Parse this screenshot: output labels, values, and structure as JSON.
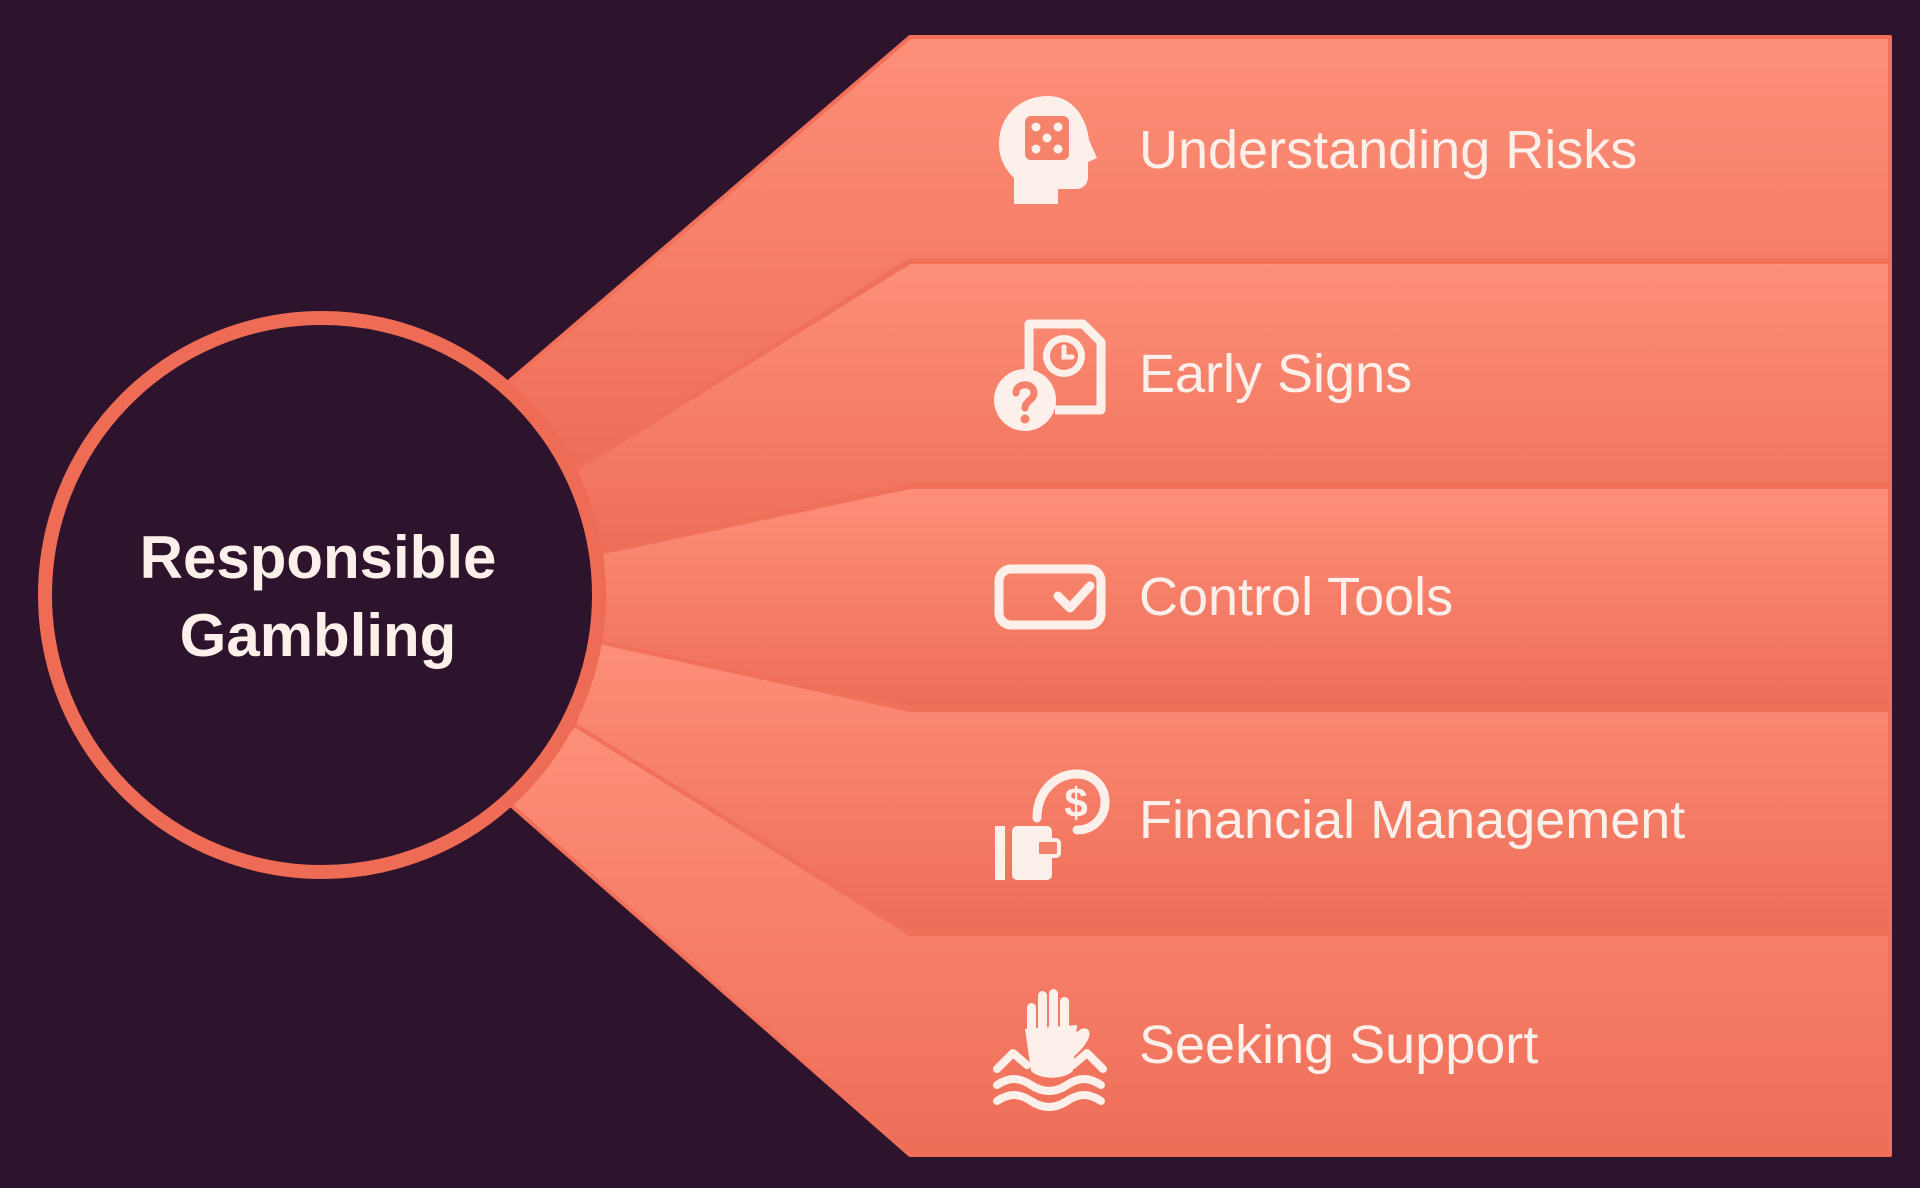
{
  "diagram": {
    "center": {
      "line1": "Responsible",
      "line2": "Gambling"
    },
    "items": [
      {
        "label": "Understanding Risks",
        "icon": "head-dice-icon"
      },
      {
        "label": "Early Signs",
        "icon": "document-clock-question-icon"
      },
      {
        "label": "Control Tools",
        "icon": "checkbox-toggle-icon"
      },
      {
        "label": "Financial Management",
        "icon": "wallet-coin-icon"
      },
      {
        "label": "Seeking Support",
        "icon": "drowning-hand-icon"
      }
    ]
  },
  "colors": {
    "background": "#2d142c",
    "segment_light": "#fd8f78",
    "segment_dark": "#ee6e58",
    "accent": "#ee6c56",
    "text": "#fdf0ea"
  }
}
